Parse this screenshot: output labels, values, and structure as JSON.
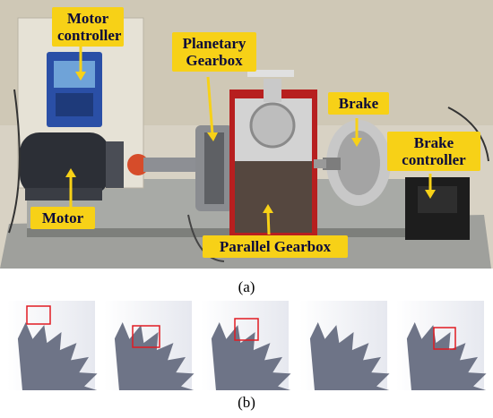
{
  "labels": {
    "motor_controller": "Motor\ncontroller",
    "planetary_gearbox": "Planetary\nGearbox",
    "brake": "Brake",
    "brake_controller": "Brake\ncontroller",
    "motor": "Motor",
    "parallel_gearbox": "Parallel Gearbox"
  },
  "captions": {
    "a": "(a)",
    "b": "(b)"
  },
  "colors": {
    "label_bg": "#f7d117",
    "label_arrow": "#f7d117",
    "fault_box": "#e11b22",
    "gear": "#6e7487"
  }
}
